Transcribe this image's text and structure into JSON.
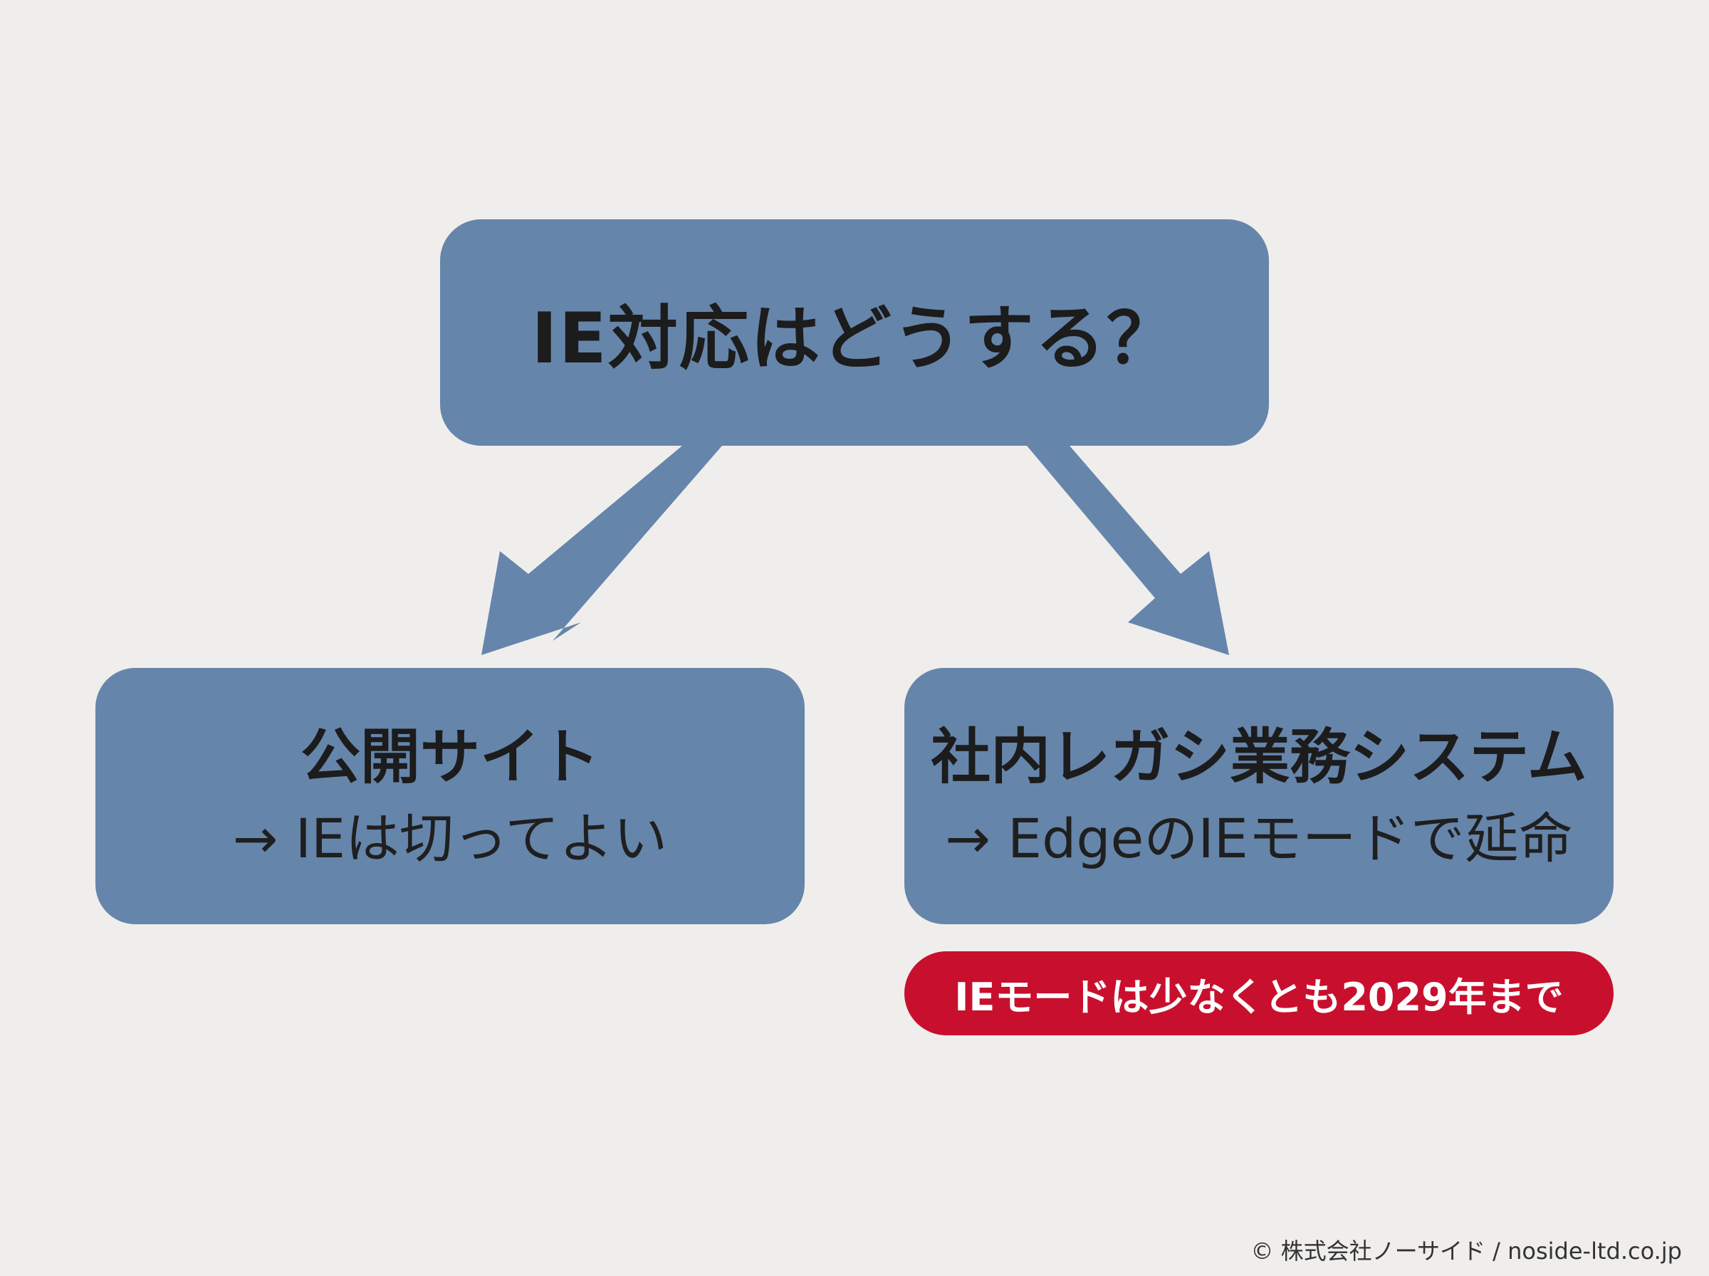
{
  "colors": {
    "background": "#efeeec",
    "node_fill": "#6685ab",
    "arrow_fill": "#6685ab",
    "badge_fill": "#c8102e",
    "text_dark": "#1c1c1c",
    "badge_text": "#ffffff"
  },
  "diagram": {
    "root": {
      "label": "IE対応はどうする？"
    },
    "branches": [
      {
        "title": "公開サイト",
        "subtitle": "→ IEは切ってよい"
      },
      {
        "title": "社内レガシ業務システム",
        "subtitle": "→ EdgeのIEモードで延命"
      }
    ],
    "badge": {
      "label": "IEモードは少なくとも2029年まで"
    }
  },
  "footer": {
    "credit": "© 株式会社ノーサイド / noside-ltd.co.jp"
  }
}
